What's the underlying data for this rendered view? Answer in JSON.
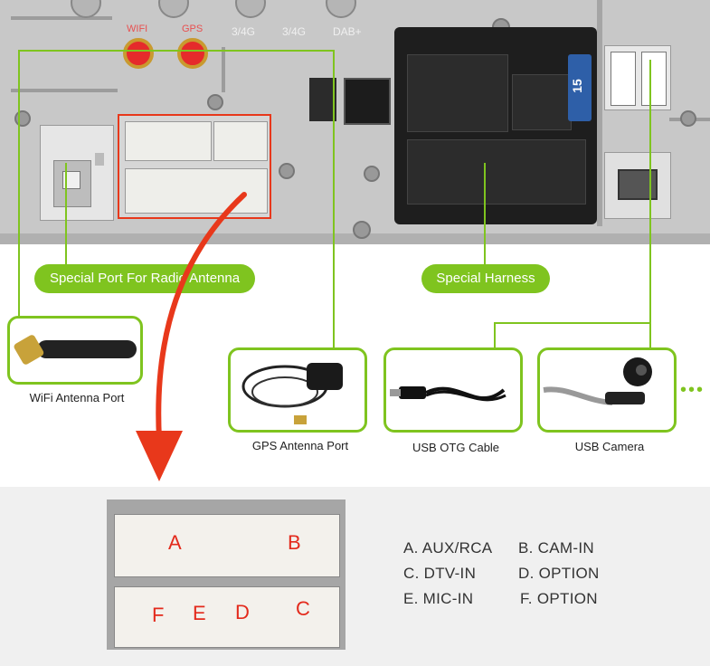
{
  "unit_labels": {
    "wifi": "WIFI",
    "gps": "GPS",
    "port_a": "3/4G",
    "port_b": "3/4G",
    "dab": "DAB+",
    "fuse": "15"
  },
  "callouts": {
    "radio_antenna": "Special Port For Radio Antenna",
    "harness": "Special Harness"
  },
  "accessories": [
    {
      "label": "WiFi Antenna Port",
      "icon": "wifi-antenna-icon"
    },
    {
      "label": "GPS Antenna Port",
      "icon": "gps-antenna-icon"
    },
    {
      "label": "USB OTG Cable",
      "icon": "usb-cable-icon"
    },
    {
      "label": "USB Camera",
      "icon": "camera-icon"
    }
  ],
  "more": "•••",
  "connector_letters": [
    "A",
    "B",
    "F",
    "E",
    "D",
    "C"
  ],
  "legend": [
    [
      "A. AUX/RCA",
      "B. CAM-IN"
    ],
    [
      "C. DTV-IN",
      "D. OPTION"
    ],
    [
      "E. MIC-IN",
      "F. OPTION"
    ]
  ],
  "colors": {
    "accent": "#7fc41f",
    "arrow": "#e8381b",
    "letters": "#e32a1c"
  }
}
